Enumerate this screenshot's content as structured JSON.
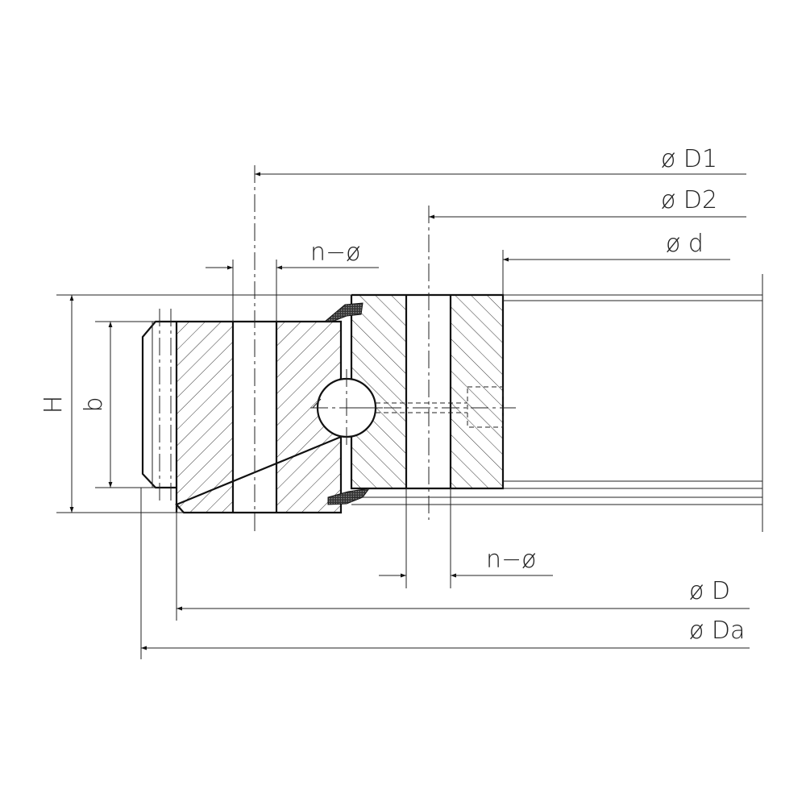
{
  "labels": {
    "D1": "ø  D1",
    "D2": "ø  D2",
    "d": "ø   d",
    "n_top": "n−ø",
    "n_bottom": "n−ø",
    "D": "ø   D",
    "Da": "ø  Da",
    "H": "H",
    "b": "b"
  },
  "colors": {
    "line": "#222222",
    "seal": "#555555",
    "background": "#ffffff"
  }
}
